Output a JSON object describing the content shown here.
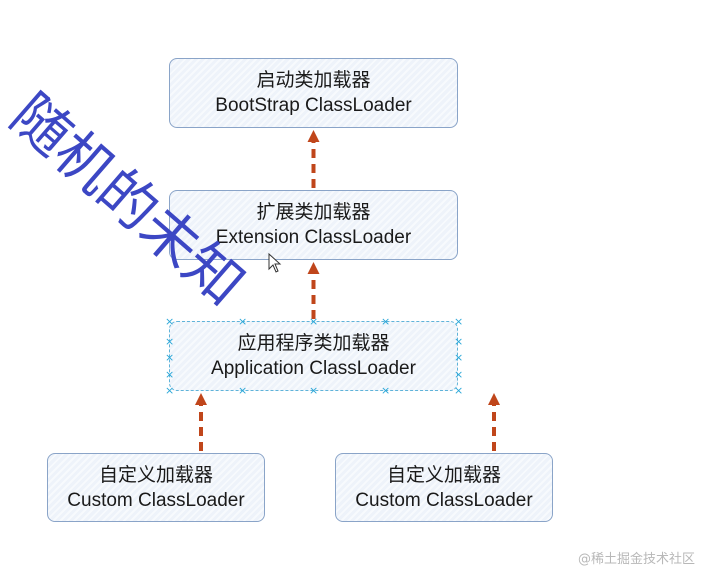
{
  "nodes": {
    "bootstrap": {
      "cn": "启动类加载器",
      "en": "BootStrap ClassLoader"
    },
    "extension": {
      "cn": "扩展类加载器",
      "en": "Extension ClassLoader"
    },
    "application": {
      "cn": "应用程序类加载器",
      "en": "Application ClassLoader"
    },
    "custom_left": {
      "cn": "自定义加载器",
      "en": "Custom ClassLoader"
    },
    "custom_right": {
      "cn": "自定义加载器",
      "en": "Custom ClassLoader"
    }
  },
  "edges": [
    {
      "from": "extension",
      "to": "bootstrap"
    },
    {
      "from": "application",
      "to": "extension"
    },
    {
      "from": "custom_left",
      "to": "application"
    },
    {
      "from": "custom_right",
      "to": "application"
    }
  ],
  "watermark": "随机的未知",
  "credit": "@稀土掘金技术社区",
  "colors": {
    "arrow": "#c0461b",
    "node_border": "#8aa4c8",
    "node_fill": "#eef3fa",
    "watermark": "#3c47c4"
  }
}
